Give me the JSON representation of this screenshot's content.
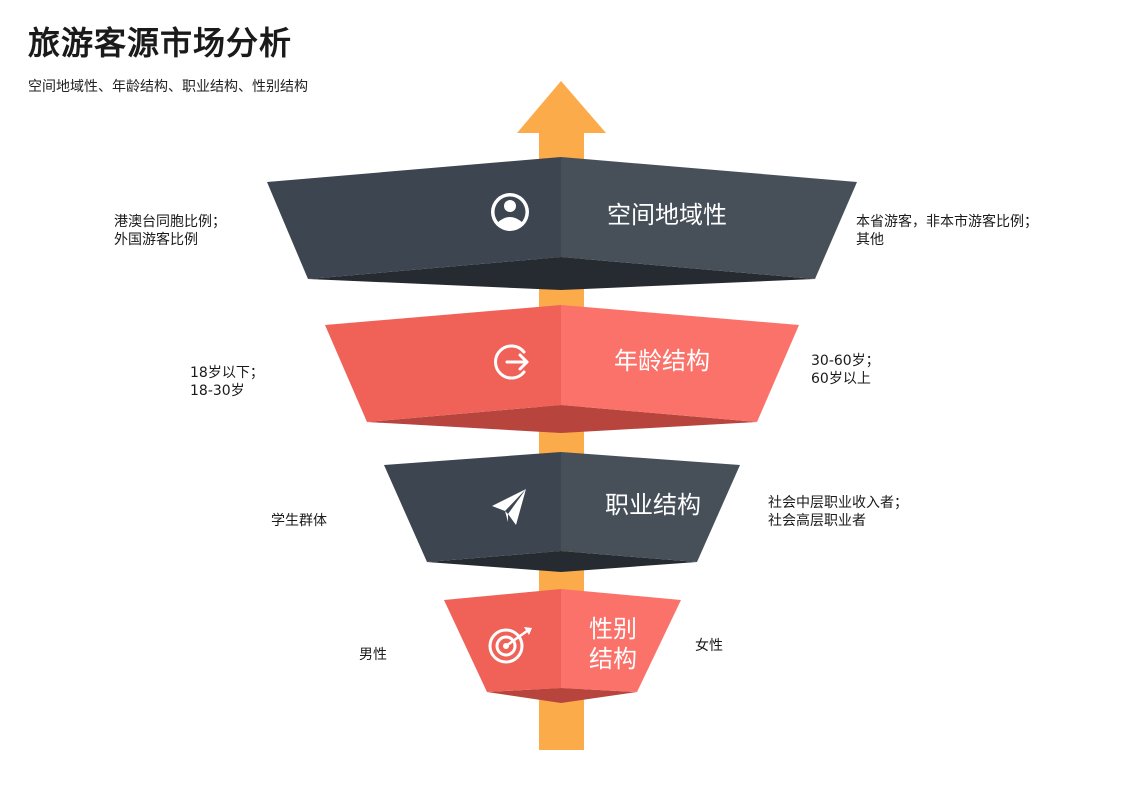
{
  "title": "旅游客源市场分析",
  "subtitle": "空间地域性、年龄结构、职业结构、性别结构",
  "colors": {
    "dark": "#3d4550",
    "dark_right": "#475059",
    "dark_shadow": "#262b31",
    "red": "#f06258",
    "red_right": "#fb726b",
    "red_shadow": "#b8443e",
    "arrow": "#fcab4b"
  },
  "levels": [
    {
      "label_lines": [
        "空间地域性"
      ],
      "icon": "user-icon",
      "left_lines": [
        "港澳台同胞比例；",
        "外国游客比例"
      ],
      "right_lines": [
        "本省游客，非本市游客比例；",
        "其他"
      ]
    },
    {
      "label_lines": [
        "年龄结构"
      ],
      "icon": "exit-arrow-icon",
      "left_lines": [
        "18岁以下；",
        "18-30岁"
      ],
      "right_lines": [
        "30-60岁；",
        "60岁以上"
      ]
    },
    {
      "label_lines": [
        "职业结构"
      ],
      "icon": "paper-plane-icon",
      "left_lines": [
        "学生群体"
      ],
      "right_lines": [
        "社会中层职业收入者；",
        "社会高层职业者"
      ]
    },
    {
      "label_lines": [
        "性别",
        "结构"
      ],
      "icon": "target-icon",
      "left_lines": [
        "男性"
      ],
      "right_lines": [
        "女性"
      ]
    }
  ]
}
